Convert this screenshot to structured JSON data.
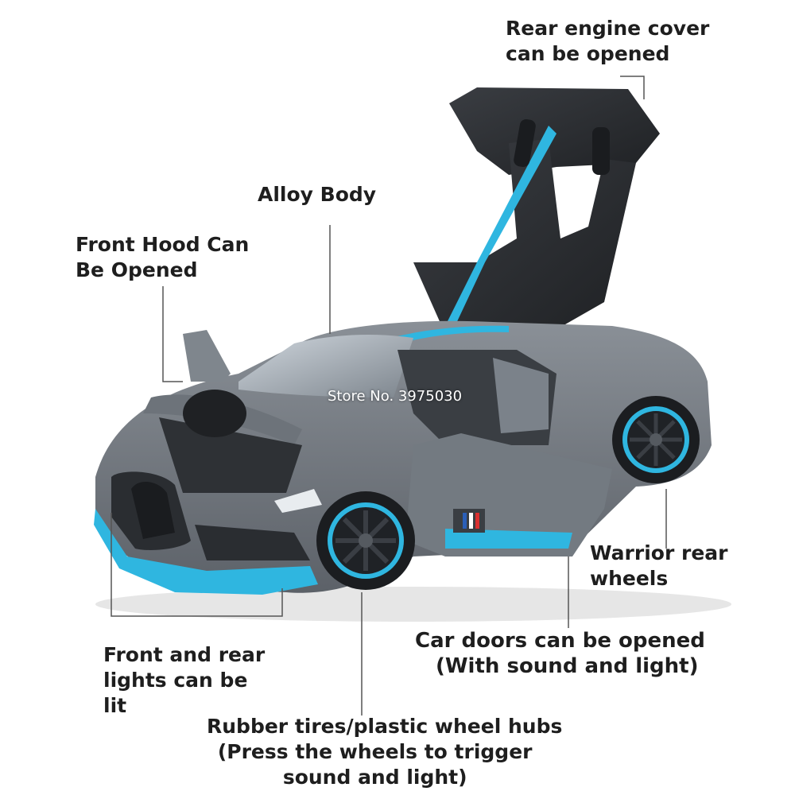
{
  "labels": {
    "engine_cover": [
      "Rear engine cover",
      "can be opened"
    ],
    "alloy_body": "Alloy Body",
    "front_hood": [
      "Front Hood Can",
      "Be Opened"
    ],
    "rear_wheels": [
      "Warrior rear",
      "wheels"
    ],
    "car_doors": [
      "Car doors can be opened",
      "(With sound and light)"
    ],
    "lights": [
      "Front and rear",
      "lights can be",
      "lit"
    ],
    "tires": [
      "Rubber tires/plastic wheel hubs",
      "(Press the wheels to trigger",
      "sound and light)"
    ]
  },
  "watermark": "Store No. 3975030",
  "colors": {
    "body": "#6b7178",
    "accent": "#2fb6e0",
    "dark": "#2a2d31",
    "label_text": "#1e1e1e",
    "leader_line": "#555555"
  }
}
